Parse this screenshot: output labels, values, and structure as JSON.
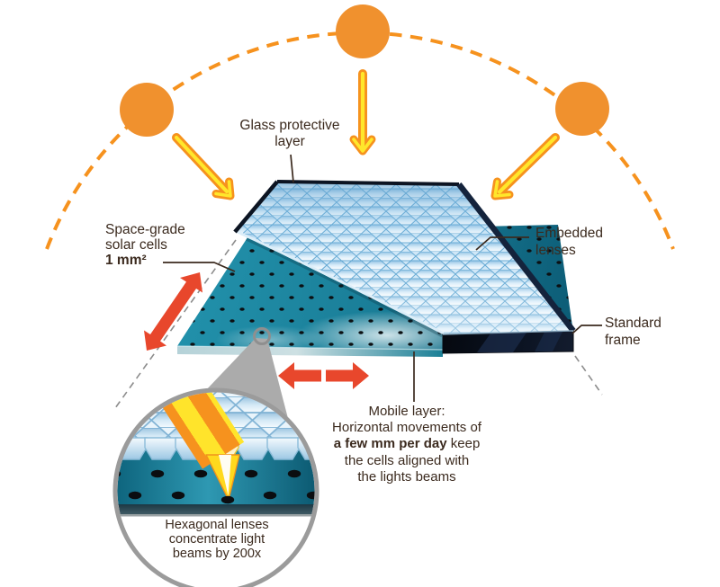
{
  "diagram": {
    "title": "Sun-tracking concentrator solar panel diagram",
    "labels": {
      "glass_protective": {
        "lines": [
          "Glass protective",
          "layer"
        ]
      },
      "space_grade": {
        "lines": [
          "Space-grade",
          "solar cells"
        ],
        "value_bold": "1 mm²"
      },
      "embedded_lenses": {
        "lines": [
          "Embedded",
          "lenses"
        ]
      },
      "standard_frame": {
        "lines": [
          "Standard",
          "frame"
        ]
      },
      "mobile_layer": {
        "line1": "Mobile layer:",
        "line2": "Horizontal movements of",
        "line3_bold": "a few mm per day",
        "line3_rest": " keep",
        "line4": "the cells aligned with",
        "line5": "the lights beams"
      },
      "magnifier": {
        "lines": [
          "Hexagonal lenses",
          "concentrate light",
          "beams by 200x"
        ]
      }
    },
    "icons": {
      "suns": [
        "sun-left-icon",
        "sun-center-icon",
        "sun-right-icon"
      ],
      "sun_path_arc": "dashed-sun-path-arc",
      "ray_arrows": [
        "sun-ray-arrow-left",
        "sun-ray-arrow-center",
        "sun-ray-arrow-right"
      ],
      "motion_arrows": [
        "diagonal-motion-arrow",
        "horizontal-motion-arrow-left",
        "horizontal-motion-arrow-right"
      ],
      "magnifier": "magnifier-circle-icon"
    },
    "colors": {
      "sun_orange": "#F0912E",
      "ray_outline_orange": "#F6921E",
      "ray_yellow": "#FFE72B",
      "motion_red": "#E8472C",
      "mobile_teal": "#1A7F99",
      "glass_blue": "#BBDCF0",
      "frame_black": "#0A101D",
      "text_brown": "#3B2A1E",
      "guide_gray": "#8D8D8D"
    }
  }
}
